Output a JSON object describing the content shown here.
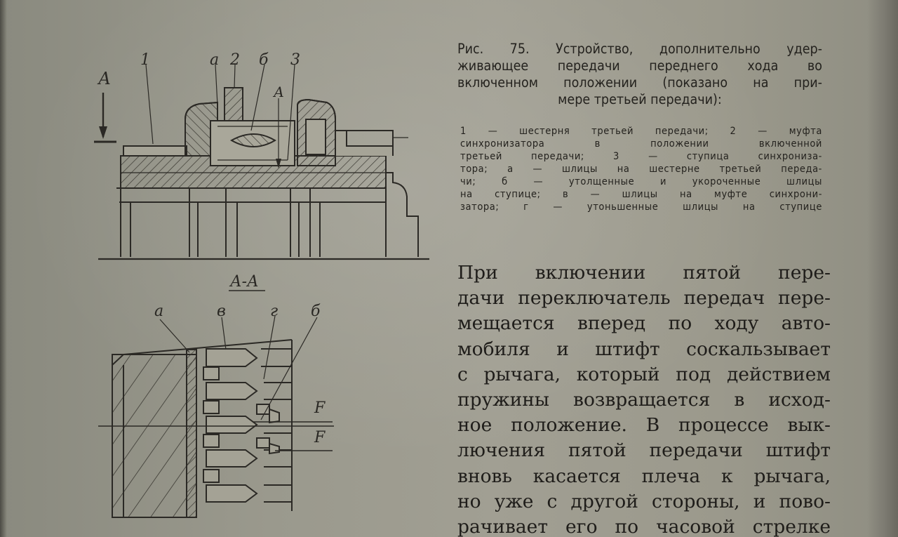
{
  "figure": {
    "section_label": "А",
    "top_view_labels": {
      "part1": "1",
      "spline_a": "а",
      "part2": "2",
      "spline_b": "б",
      "part3": "3",
      "section_mark": "А"
    },
    "section_title": "А-А",
    "section_labels": {
      "spline_a": "а",
      "spline_v": "в",
      "spline_g": "г",
      "spline_b": "б",
      "force1": "F",
      "force2": "F"
    }
  },
  "caption": {
    "lines": [
      "Рис. 75. Устройство, дополнительно удер-",
      "живающее передачи переднего хода во",
      "включенном положении (показано на при-",
      "мере третьей передачи):"
    ]
  },
  "legend": {
    "lines": [
      "1 — шестерня третьей передачи; 2 — муфта",
      "синхронизатора в положении включенной",
      "третьей передачи; 3 — ступица синхрониза-",
      "тора; а — шлицы на шестерне третьей переда-",
      "чи; б — утолщенные и укороченные шлицы",
      "на ступице; в — шлицы на муфте синхрони-",
      "затора; г — утоньшенные шлицы на ступице"
    ]
  },
  "body": {
    "lines": [
      "При включении пятой пере-",
      "дачи переключатель передач пере-",
      "мещается вперед по ходу авто-",
      "мобиля и штифт соскальзывает",
      "с рычага, который под действием",
      "пружины возвращается в исход-",
      "ное положение. В процессе вык-",
      "лючения пятой передачи штифт",
      "вновь касается плеча к рычага,",
      "но уже с другой стороны, и пово-",
      "рачивает его по часовой стрелке"
    ]
  }
}
